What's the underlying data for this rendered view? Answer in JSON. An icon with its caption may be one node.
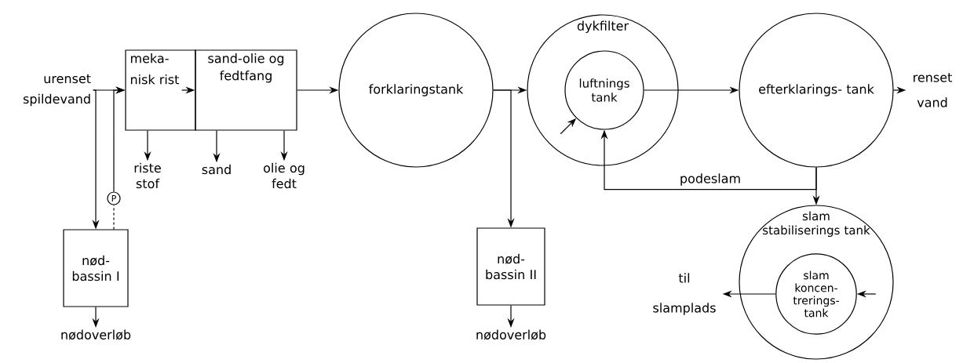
{
  "diagram": {
    "nodes": [
      {
        "text": [
          "urenset spildevand"
        ]
      },
      {
        "text": [
          "meka- nisk rist"
        ]
      },
      {
        "text": [
          "sand-olie og fedtfang"
        ]
      },
      {
        "text": [
          "riste stof"
        ]
      },
      {
        "text": [
          "sand"
        ]
      },
      {
        "text": [
          "olie og fedt"
        ]
      },
      {
        "text": [
          "forklaringstank"
        ]
      },
      {
        "text": [
          "dykfilter"
        ]
      },
      {
        "text": [
          "luftnings tank"
        ],
        "in": 7
      },
      {
        "text": [
          "efterklarings- tank"
        ]
      },
      {
        "text": [
          "renset vand"
        ]
      },
      {
        "text": [
          "nød- bassin I"
        ]
      },
      {
        "text": [
          "nødoverløb"
        ]
      },
      {
        "text": [
          "nød- bassin II"
        ]
      },
      {
        "text": [
          "nødoverløb"
        ]
      },
      {
        "text": [
          "slam stabiliserings tank"
        ]
      },
      {
        "text": [
          "slam koncen- trerings- tank"
        ],
        "in": 15
      },
      {
        "text": [
          "til slamplads"
        ]
      },
      {
        "text": [
          "P"
        ]
      }
    ],
    "edges": [
      {
        "from": 0,
        "to": 1,
        "arrow": "to"
      },
      {
        "from": 1,
        "to": 2,
        "arrow": "to"
      },
      {
        "from": 1,
        "to": 3,
        "arrow": "to"
      },
      {
        "from": 2,
        "to": 4,
        "arrow": "to"
      },
      {
        "from": 2,
        "to": 5,
        "arrow": "to"
      },
      {
        "from": 2,
        "to": 6,
        "arrow": "to"
      },
      {
        "from": 0,
        "to": 11,
        "arrow": "to"
      },
      {
        "from": 11,
        "to": 18,
        "arrow": "none",
        "style": "dashed"
      },
      {
        "from": 18,
        "to": 1,
        "arrow": "to"
      },
      {
        "from": 11,
        "to": 12,
        "arrow": "to"
      },
      {
        "from": 6,
        "to": 7,
        "arrow": "to"
      },
      {
        "from": 6,
        "to": 13,
        "arrow": "to"
      },
      {
        "from": 13,
        "to": 14,
        "arrow": "to"
      },
      {
        "from": null,
        "to": 8,
        "arrow": "to"
      },
      {
        "from": 8,
        "to": 9,
        "arrow": "to"
      },
      {
        "from": 9,
        "to": 10,
        "arrow": "to"
      },
      {
        "from": 9,
        "to": 8,
        "arrow": "to",
        "label": "podeslam"
      },
      {
        "from": 9,
        "to": 15,
        "arrow": "to"
      },
      {
        "from": null,
        "to": 16,
        "arrow": "to"
      },
      {
        "from": 16,
        "to": 17,
        "arrow": "to"
      }
    ]
  }
}
